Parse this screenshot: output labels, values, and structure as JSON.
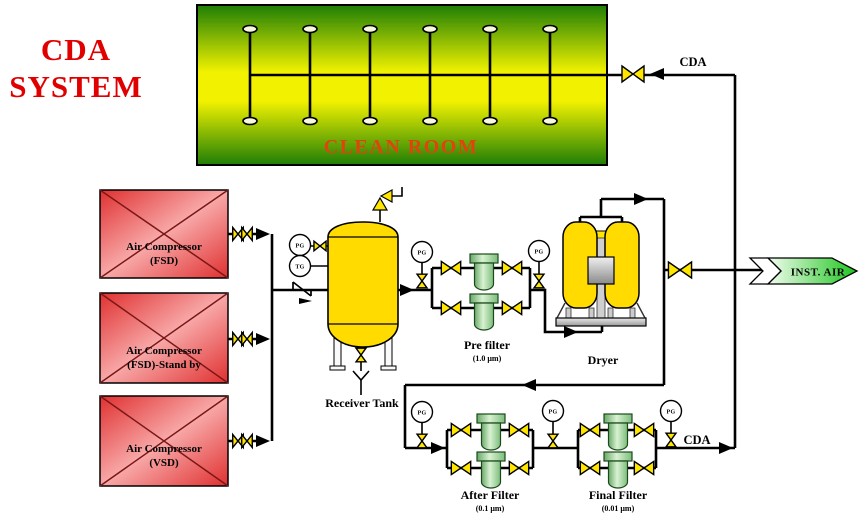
{
  "title": {
    "line1": "CDA",
    "line2": "SYSTEM"
  },
  "clean_room": {
    "label": "CLEAN ROOM"
  },
  "compressors": {
    "c1": {
      "line1": "Air Compressor",
      "line2": "(FSD)"
    },
    "c2": {
      "line1": "Air Compressor",
      "line2": "(FSD)-Stand by"
    },
    "c3": {
      "line1": "Air Compressor",
      "line2": "(VSD)"
    }
  },
  "equipment": {
    "receiver_tank": {
      "label": "Receiver Tank"
    },
    "pre_filter": {
      "label": "Pre filter",
      "rating": "(1.0 μm)"
    },
    "dryer": {
      "label": "Dryer"
    },
    "after_filter": {
      "label": "After Filter",
      "rating": "(0.1 μm)"
    },
    "final_filter": {
      "label": "Final Filter",
      "rating": "(0.01 μm)"
    }
  },
  "gauges": {
    "pg": "PG",
    "tg": "TG"
  },
  "flow_labels": {
    "cda_to_cleanroom": "CDA",
    "cda_outlet": "CDA",
    "inst_air": "INST. AIR"
  },
  "colors": {
    "title_red": "#e10000",
    "clean_room_text": "#e1430f",
    "clean_room_green": "#1e7e06",
    "clean_room_yellow": "#f2f200",
    "compressor_red": "#e03030",
    "vessel_yellow": "#ffdb00",
    "valve_yellow": "#ffe600",
    "filter_green": "#7cbc7c",
    "inst_air_green": "#1dc41d"
  }
}
